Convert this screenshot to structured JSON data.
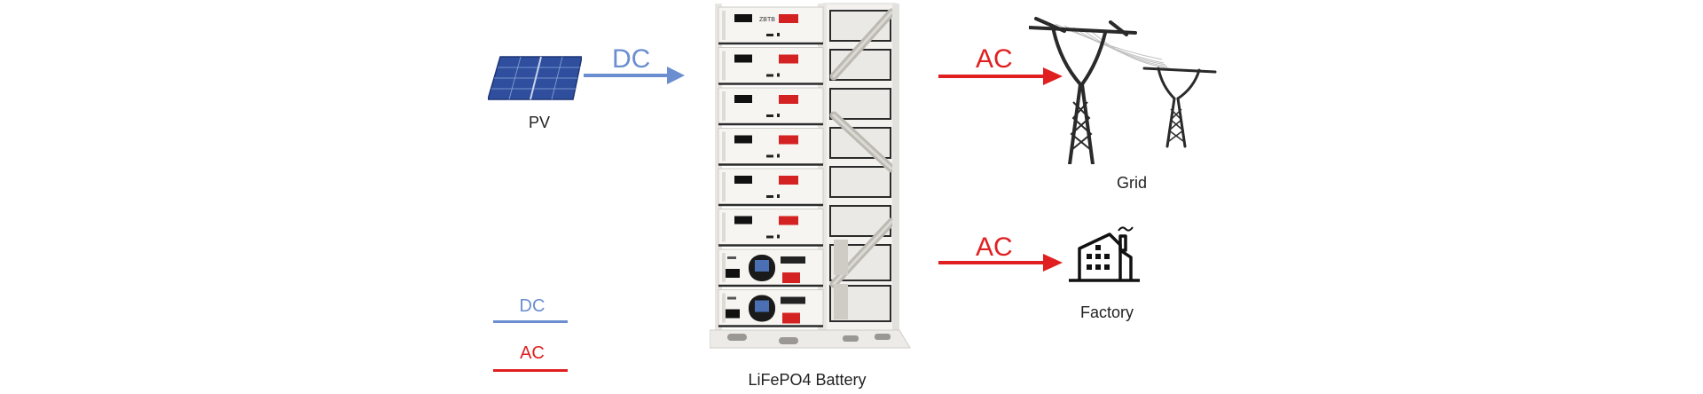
{
  "diagram": {
    "title": "LiFePO4 Battery energy flow",
    "nodes": {
      "pv": {
        "label": "PV",
        "icon": "solar-panel-icon"
      },
      "battery": {
        "label": "LiFePO4 Battery",
        "icon": "battery-rack-icon",
        "module_count": 8,
        "brand_mark": "ZBTB"
      },
      "grid": {
        "label": "Grid",
        "icon": "power-tower-icon"
      },
      "factory": {
        "label": "Factory",
        "icon": "factory-icon"
      }
    },
    "flows": [
      {
        "from": "PV",
        "to": "LiFePO4 Battery",
        "label": "DC",
        "color": "#6b8ed0"
      },
      {
        "from": "LiFePO4 Battery",
        "to": "Grid",
        "label": "AC",
        "color": "#e02020"
      },
      {
        "from": "LiFePO4 Battery",
        "to": "Factory",
        "label": "AC",
        "color": "#e02020"
      }
    ],
    "legend": [
      {
        "label": "DC",
        "color": "#6b8ed0"
      },
      {
        "label": "AC",
        "color": "#e02020"
      }
    ]
  }
}
